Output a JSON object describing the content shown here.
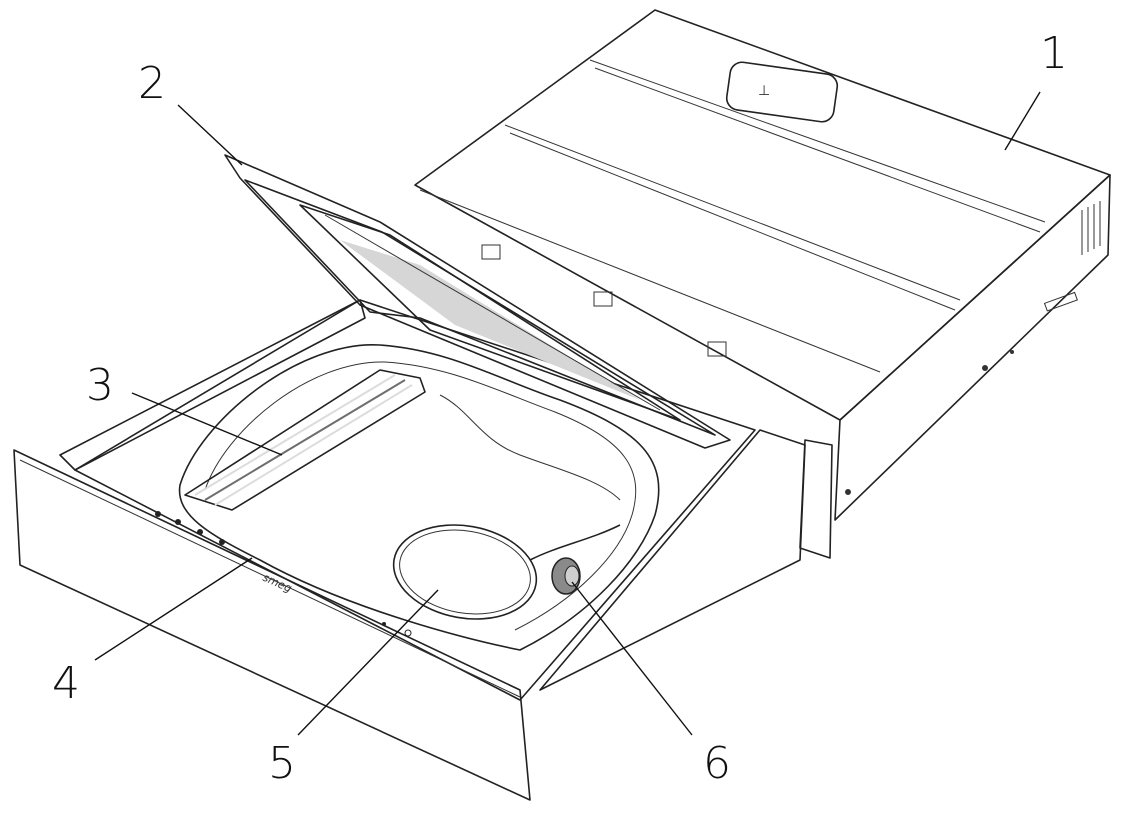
{
  "callouts": [
    {
      "id": "1",
      "label": "1"
    },
    {
      "id": "2",
      "label": "2"
    },
    {
      "id": "3",
      "label": "3"
    },
    {
      "id": "4",
      "label": "4"
    },
    {
      "id": "5",
      "label": "5"
    },
    {
      "id": "6",
      "label": "6"
    }
  ],
  "logo_text": "smeg",
  "colors": {
    "line": "#222222",
    "background": "#ffffff",
    "shade": "#d8d8d8",
    "dark": "#8a8a8a"
  }
}
